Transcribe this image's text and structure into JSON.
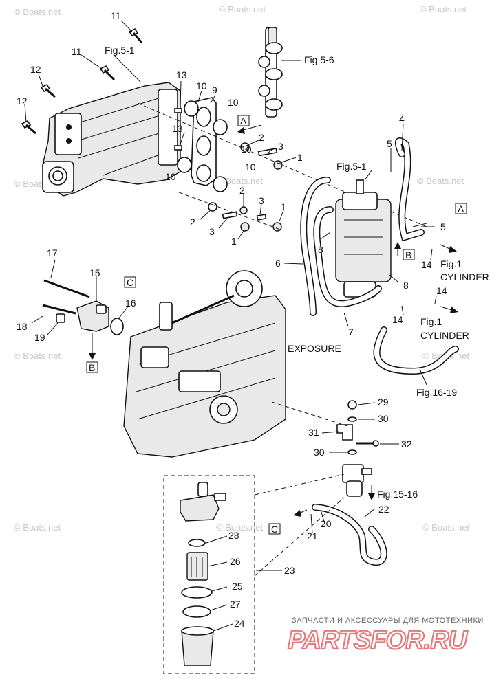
{
  "watermarks": [
    "© Boats.net"
  ],
  "refs": {
    "fig_5_1": "Fig.5-1",
    "fig_5_6": "Fig.5-6",
    "fig_1": "Fig.1",
    "cylinder": "CYLINDER",
    "exposure": "EXPOSURE",
    "fig_16_19": "Fig.16-19",
    "fig_15_16": "Fig.15-16"
  },
  "markers": {
    "a": "A",
    "b": "B",
    "c": "C"
  },
  "part_numbers": [
    "1",
    "2",
    "3",
    "4",
    "5",
    "6",
    "7",
    "8",
    "9",
    "10",
    "11",
    "12",
    "13",
    "14",
    "15",
    "16",
    "17",
    "18",
    "19",
    "20",
    "21",
    "22",
    "23",
    "24",
    "25",
    "26",
    "27",
    "28",
    "29",
    "30",
    "31",
    "32"
  ],
  "logo": {
    "tagline": "ЗАПЧАСТИ И АКСЕССУАРЫ ДЛЯ МОТОТЕХНИКИ",
    "brand": "PARTSFOR.RU"
  }
}
